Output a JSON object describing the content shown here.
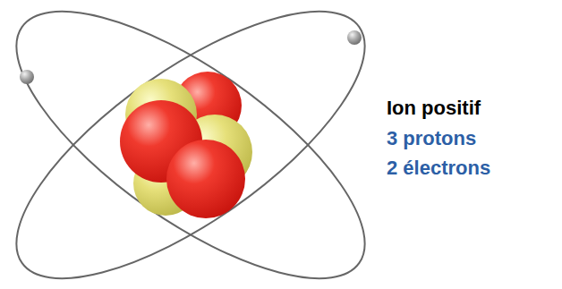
{
  "diagram": {
    "labels": [
      "Ion positif",
      "3 protons",
      "2 électrons"
    ]
  }
}
